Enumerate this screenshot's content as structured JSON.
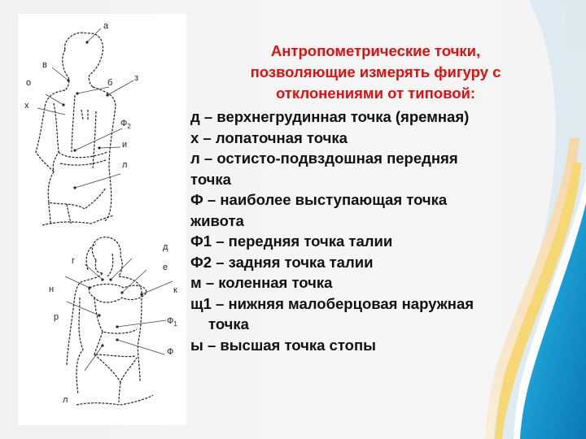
{
  "slide": {
    "title_lines": [
      "Антропометрические точки,",
      "позволяющие измерять фигуру с",
      "отклонениями от типовой:"
    ],
    "items": [
      {
        "text": "д – верхнегрудинная точка (яремная)"
      },
      {
        "text": "х – лопаточная точка"
      },
      {
        "text": "л – остисто-подвздошная передняя"
      },
      {
        "text": "точка",
        "continuation": true
      },
      {
        "text": "Ф – наиболее выступающая точка"
      },
      {
        "text": "живота",
        "continuation": true
      },
      {
        "text": "Ф1 – передняя точка талии"
      },
      {
        "text": "Ф2 – задняя точка талии"
      },
      {
        "text": "м  – коленная точка"
      },
      {
        "text": "щ1 – нижняя малоберцовая наружная"
      },
      {
        "text": "точка",
        "continuation": true,
        "indent": true
      },
      {
        "text": "ы – высшая точка стопы"
      }
    ],
    "colors": {
      "title": "#e01010",
      "body_text": "#111111",
      "accent_blue": "#1a9bd0",
      "accent_yellow": "#f5d76e"
    }
  },
  "figure_back": {
    "description": "back view figure",
    "labels": [
      "а",
      "в",
      "б",
      "з",
      "о",
      "х",
      "Ф2",
      "и",
      "л"
    ]
  },
  "figure_front": {
    "description": "front view figure",
    "labels": [
      "д",
      "г",
      "е",
      "н",
      "к",
      "р",
      "Ф1",
      "Ф",
      "л"
    ]
  }
}
